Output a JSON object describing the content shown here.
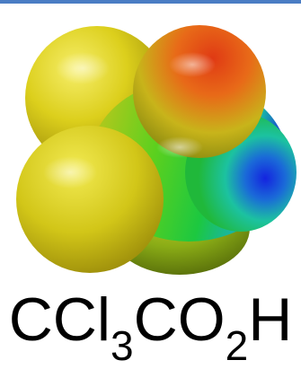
{
  "header": {
    "rule_color": "#4a7dc4"
  },
  "molecule": {
    "icon": "electrostatic-potential-map",
    "colors": {
      "negative": "#d63a1a",
      "mid_negative": "#f0a018",
      "neutral_yellow": "#e2d21c",
      "neutral_green": "#1ec83a",
      "positive": "#1a2fd8"
    }
  },
  "formula": {
    "part1": "CCl",
    "sub1": "3",
    "part2": "CO",
    "sub2": "2",
    "part3": "H"
  }
}
